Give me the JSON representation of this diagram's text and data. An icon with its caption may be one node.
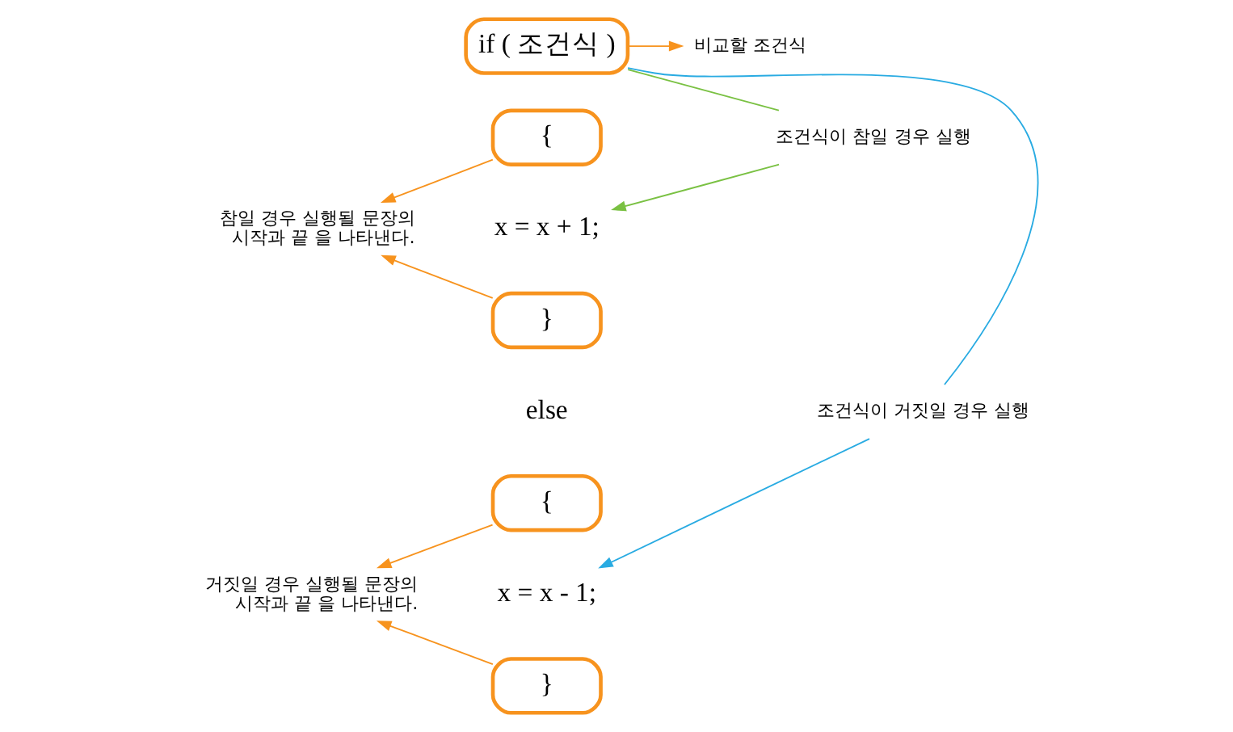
{
  "diagram": {
    "nodes": [
      {
        "text": [
          "if ( 조건식 )"
        ]
      },
      {
        "text": [
          "{"
        ]
      },
      {
        "text": [
          "x = x + 1;"
        ]
      },
      {
        "text": [
          "}"
        ]
      },
      {
        "text": [
          "else"
        ]
      },
      {
        "text": [
          "{"
        ]
      },
      {
        "text": [
          "x = x - 1;"
        ]
      },
      {
        "text": [
          "}"
        ]
      },
      {
        "text": [
          "비교할 조건식"
        ]
      },
      {
        "text": [
          "조건식이 참일 경우 실행"
        ]
      },
      {
        "text": [
          "참일 경우 실행될 문장의 시작과 끝 을 나타낸다."
        ]
      },
      {
        "text": [
          "조건식이 거짓일 경우 실행"
        ]
      },
      {
        "text": [
          "거짓일 경우 실행될 문장의 시작과 끝 을 나타낸다."
        ]
      }
    ],
    "edges": [
      {
        "from": 0,
        "to": 8,
        "arrow": "to"
      },
      {
        "from": 9,
        "to": 0,
        "arrow": "none",
        "color": "#7ac143"
      },
      {
        "from": 9,
        "to": 2,
        "arrow": "to",
        "color": "#7ac143"
      },
      {
        "from": 1,
        "to": 10,
        "arrow": "to"
      },
      {
        "from": 3,
        "to": 10,
        "arrow": "to"
      },
      {
        "from": 11,
        "to": 0,
        "arrow": "none",
        "color": "#29abe2"
      },
      {
        "from": 11,
        "to": 6,
        "arrow": "to",
        "color": "#29abe2"
      },
      {
        "from": 5,
        "to": 12,
        "arrow": "to"
      },
      {
        "from": 7,
        "to": 12,
        "arrow": "to"
      }
    ]
  }
}
